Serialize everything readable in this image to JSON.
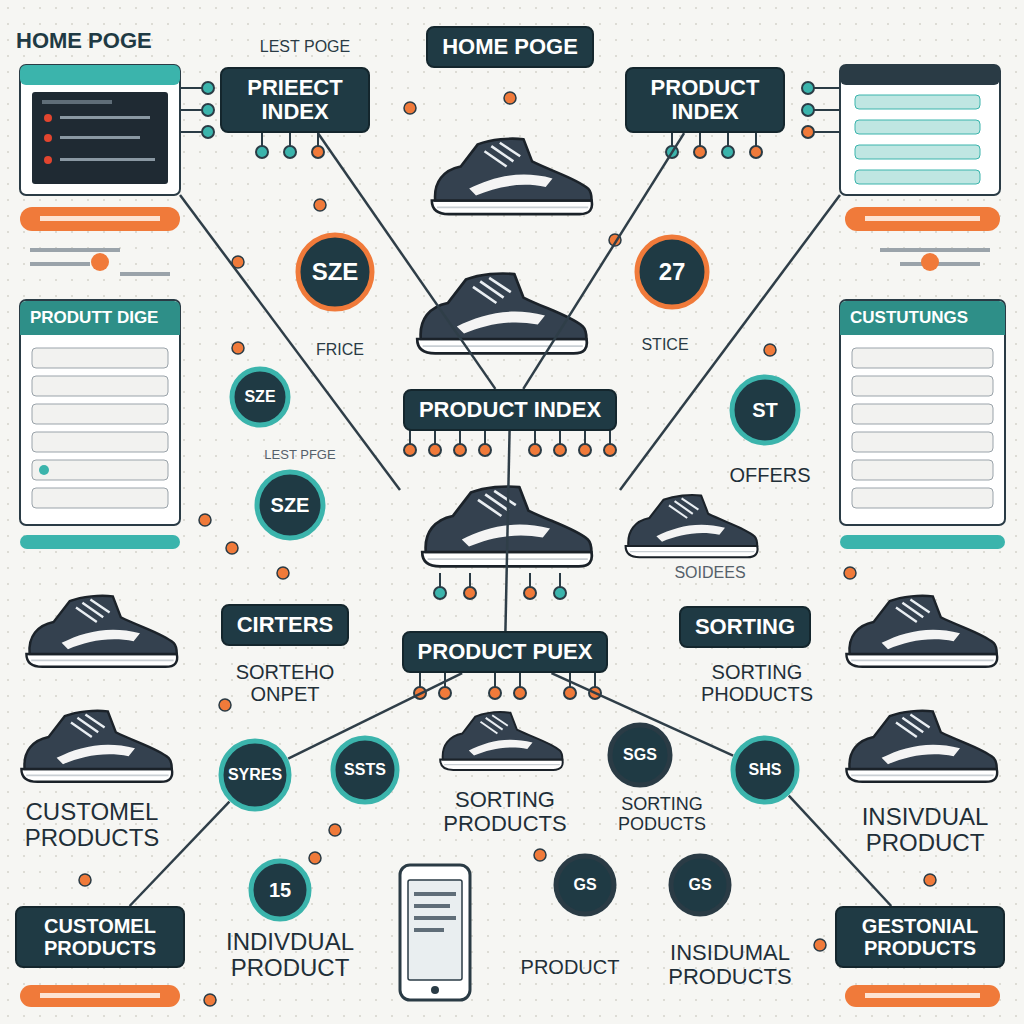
{
  "diagram": {
    "title": "HOME POGE",
    "nodes": [
      {
        "text": [
          "HOME POGE"
        ]
      },
      {
        "text": [
          "PRIEECT INDEX"
        ]
      },
      {
        "text": [
          "PRODUCT INDEX"
        ]
      },
      {
        "text": [
          "SZE"
        ]
      },
      {
        "text": [
          "27"
        ]
      },
      {
        "text": [
          "PRODUTT DIGE"
        ]
      },
      {
        "text": [
          "CUSTUTUNGS"
        ]
      },
      {
        "text": [
          "SZE"
        ]
      },
      {
        "text": [
          "PRODUCT INDEX"
        ]
      },
      {
        "text": [
          "ST"
        ]
      },
      {
        "text": [
          "SZE"
        ]
      },
      {
        "text": [
          "CIRTERS"
        ]
      },
      {
        "text": [
          "SORTING"
        ]
      },
      {
        "text": [
          "PRODUCT PUEX"
        ]
      },
      {
        "text": [
          "SGS"
        ]
      },
      {
        "text": [
          "SSTS"
        ]
      },
      {
        "text": [
          "SHS"
        ]
      },
      {
        "text": [
          "SYRES"
        ]
      },
      {
        "text": [
          "15"
        ]
      },
      {
        "text": [
          "GS"
        ]
      },
      {
        "text": [
          "GS"
        ]
      },
      {
        "text": [
          "CUSTOMEL PRODUCTS"
        ]
      },
      {
        "text": [
          "GESTONIAL PRODUCTS"
        ]
      }
    ],
    "edges": [
      {
        "from": 1,
        "to": 8,
        "arrow": "none"
      },
      {
        "from": 2,
        "to": 8,
        "arrow": "none"
      },
      {
        "from": 8,
        "to": 13,
        "arrow": "none"
      },
      {
        "from": 13,
        "to": 17,
        "arrow": "none"
      },
      {
        "from": 13,
        "to": 16,
        "arrow": "none"
      },
      {
        "from": 17,
        "to": 21,
        "arrow": "none"
      },
      {
        "from": 16,
        "to": 22,
        "arrow": "none"
      }
    ],
    "labels": [
      "LEST POGE",
      "FRICE",
      "STICE",
      "LEST PFGE",
      "OFFERS",
      "SOIDEES",
      "SORTEHO ONPET",
      "SORTING PHODUCTS",
      "SORTING PRODUCTS",
      "SORTING PODUCTS",
      "CUSTOMEL PRODUCTS",
      "INSIVDUAL PRODUCT",
      "INDIVDUAL PRODUCT",
      "PRODUCT",
      "INSIDUMAL PRODUCTS"
    ]
  }
}
